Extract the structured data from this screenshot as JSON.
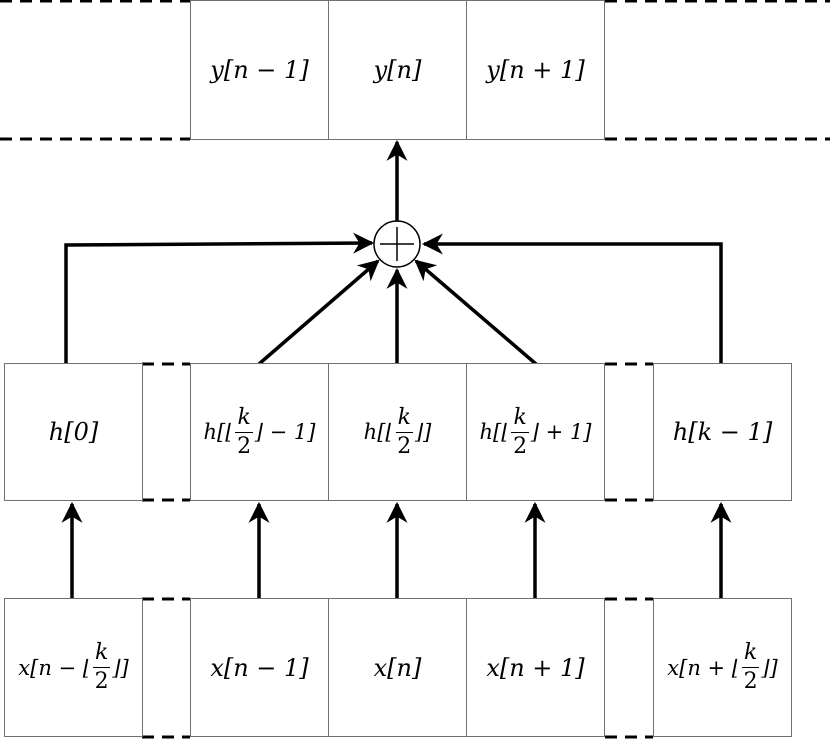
{
  "outputs": {
    "prev": "y[n − 1]",
    "cur": "y[n]",
    "next": "y[n + 1]"
  },
  "coefficients": {
    "first": "h[0]",
    "mid_left": {
      "pre": "h[⌊",
      "num": "k",
      "den": "2",
      "post": "⌋ − 1]"
    },
    "mid": {
      "pre": "h[⌊",
      "num": "k",
      "den": "2",
      "post": "⌋]"
    },
    "mid_right": {
      "pre": "h[⌊",
      "num": "k",
      "den": "2",
      "post": "⌋ + 1]"
    },
    "last": "h[k − 1]"
  },
  "inputs": {
    "first": {
      "pre": "x[n − ⌊",
      "num": "k",
      "den": "2",
      "post": "⌋]"
    },
    "prev": "x[n − 1]",
    "cur": "x[n]",
    "next": "x[n + 1]",
    "last": {
      "pre": "x[n + ⌊",
      "num": "k",
      "den": "2",
      "post": "⌋]"
    }
  },
  "summer": {
    "symbol": "+"
  },
  "colors": {
    "stroke": "#000000",
    "cell_border": "#707070"
  }
}
